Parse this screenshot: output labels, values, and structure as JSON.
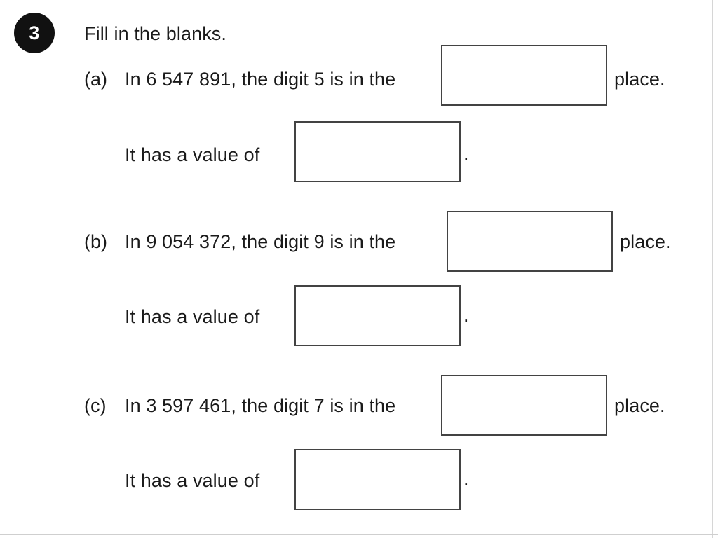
{
  "question": {
    "number": "3",
    "instruction": "Fill in the blanks."
  },
  "parts": [
    {
      "label": "(a)",
      "line1_prefix": "In 6 547 891, the digit 5 is in the",
      "line1_suffix": "place.",
      "line2_prefix": "It has a value of",
      "line2_suffix": ".",
      "number": "6 547 891",
      "digit": "5",
      "place_answer": "",
      "value_answer": ""
    },
    {
      "label": "(b)",
      "line1_prefix": "In 9 054 372, the digit 9 is in the",
      "line1_suffix": "place.",
      "line2_prefix": "It has a value of",
      "line2_suffix": ".",
      "number": "9 054 372",
      "digit": "9",
      "place_answer": "",
      "value_answer": ""
    },
    {
      "label": "(c)",
      "line1_prefix": "In 3 597 461, the digit 7 is in the",
      "line1_suffix": "place.",
      "line2_prefix": "It has a value of",
      "line2_suffix": ".",
      "number": "3 597 461",
      "digit": "7",
      "place_answer": "",
      "value_answer": ""
    }
  ],
  "style": {
    "ink": "#1a1a1a",
    "badge_background": "#111111",
    "badge_text": "#ffffff",
    "box_border": "#434343",
    "page_background": "#ffffff"
  }
}
